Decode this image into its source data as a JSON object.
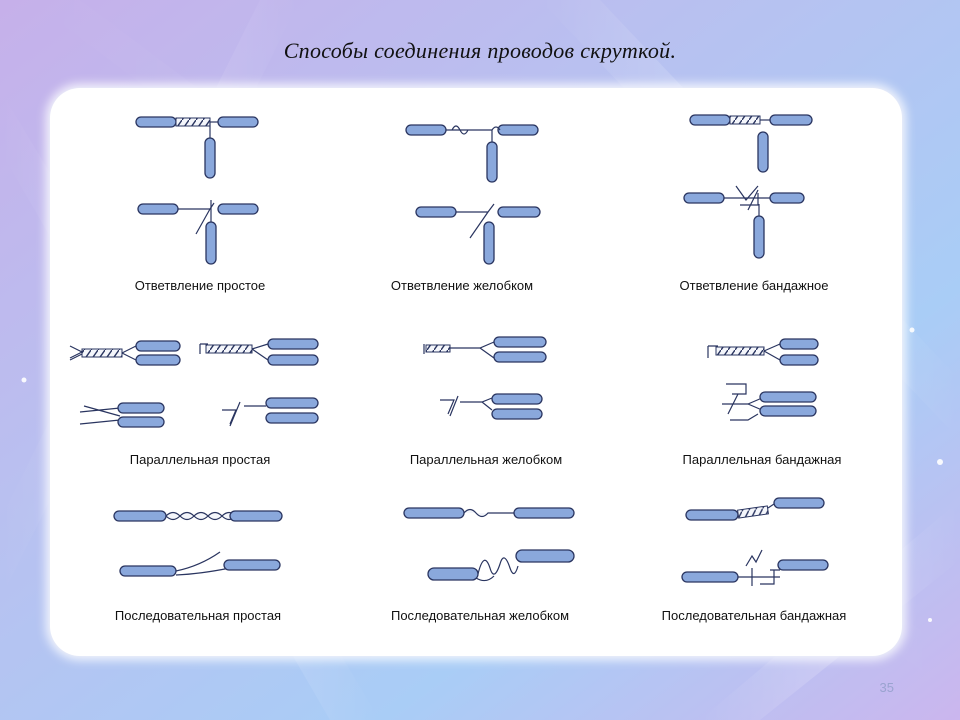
{
  "slide": {
    "title": "Способы  соединения проводов  скруткой.",
    "page_number": "35"
  },
  "captions": {
    "branch_simple": "Ответвление простое",
    "branch_groove": "Ответвление желобком",
    "branch_band": "Ответвление бандажное",
    "parallel_simple": "Параллельная простая",
    "parallel_groove": "Параллельная желобком",
    "parallel_band": "Параллельная бандажная",
    "serial_simple": "Последовательная простая",
    "serial_groove": "Последовательная желобком",
    "serial_band": "Последовательная бандажная"
  },
  "colors": {
    "insulation": "#8aa8dc",
    "insulation_dark": "#5a78b4",
    "outline": "#2a3560",
    "wire": "#f4f6fb",
    "panel": "#ffffff",
    "background": "#c9b8ec",
    "accent": "#b9d7f7"
  }
}
